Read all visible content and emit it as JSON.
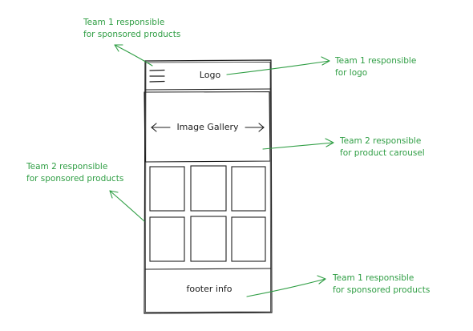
{
  "wireframe": {
    "logo": "Logo",
    "gallery": "Image Gallery",
    "footer": "footer info"
  },
  "annotations": [
    {
      "line1": "Team 1 responsible",
      "line2": "for sponsored products"
    },
    {
      "line1": "Team 1 responsible",
      "line2": "for logo"
    },
    {
      "line1": "Team 2 responsible",
      "line2": "for product carousel"
    },
    {
      "line1": "Team 2 responsible",
      "line2": "for sponsored products"
    },
    {
      "line1": "Team 1 responsible",
      "line2": "for sponsored products"
    }
  ],
  "colors": {
    "ink": "#1e1e1e",
    "annotation": "#2f9e44"
  }
}
